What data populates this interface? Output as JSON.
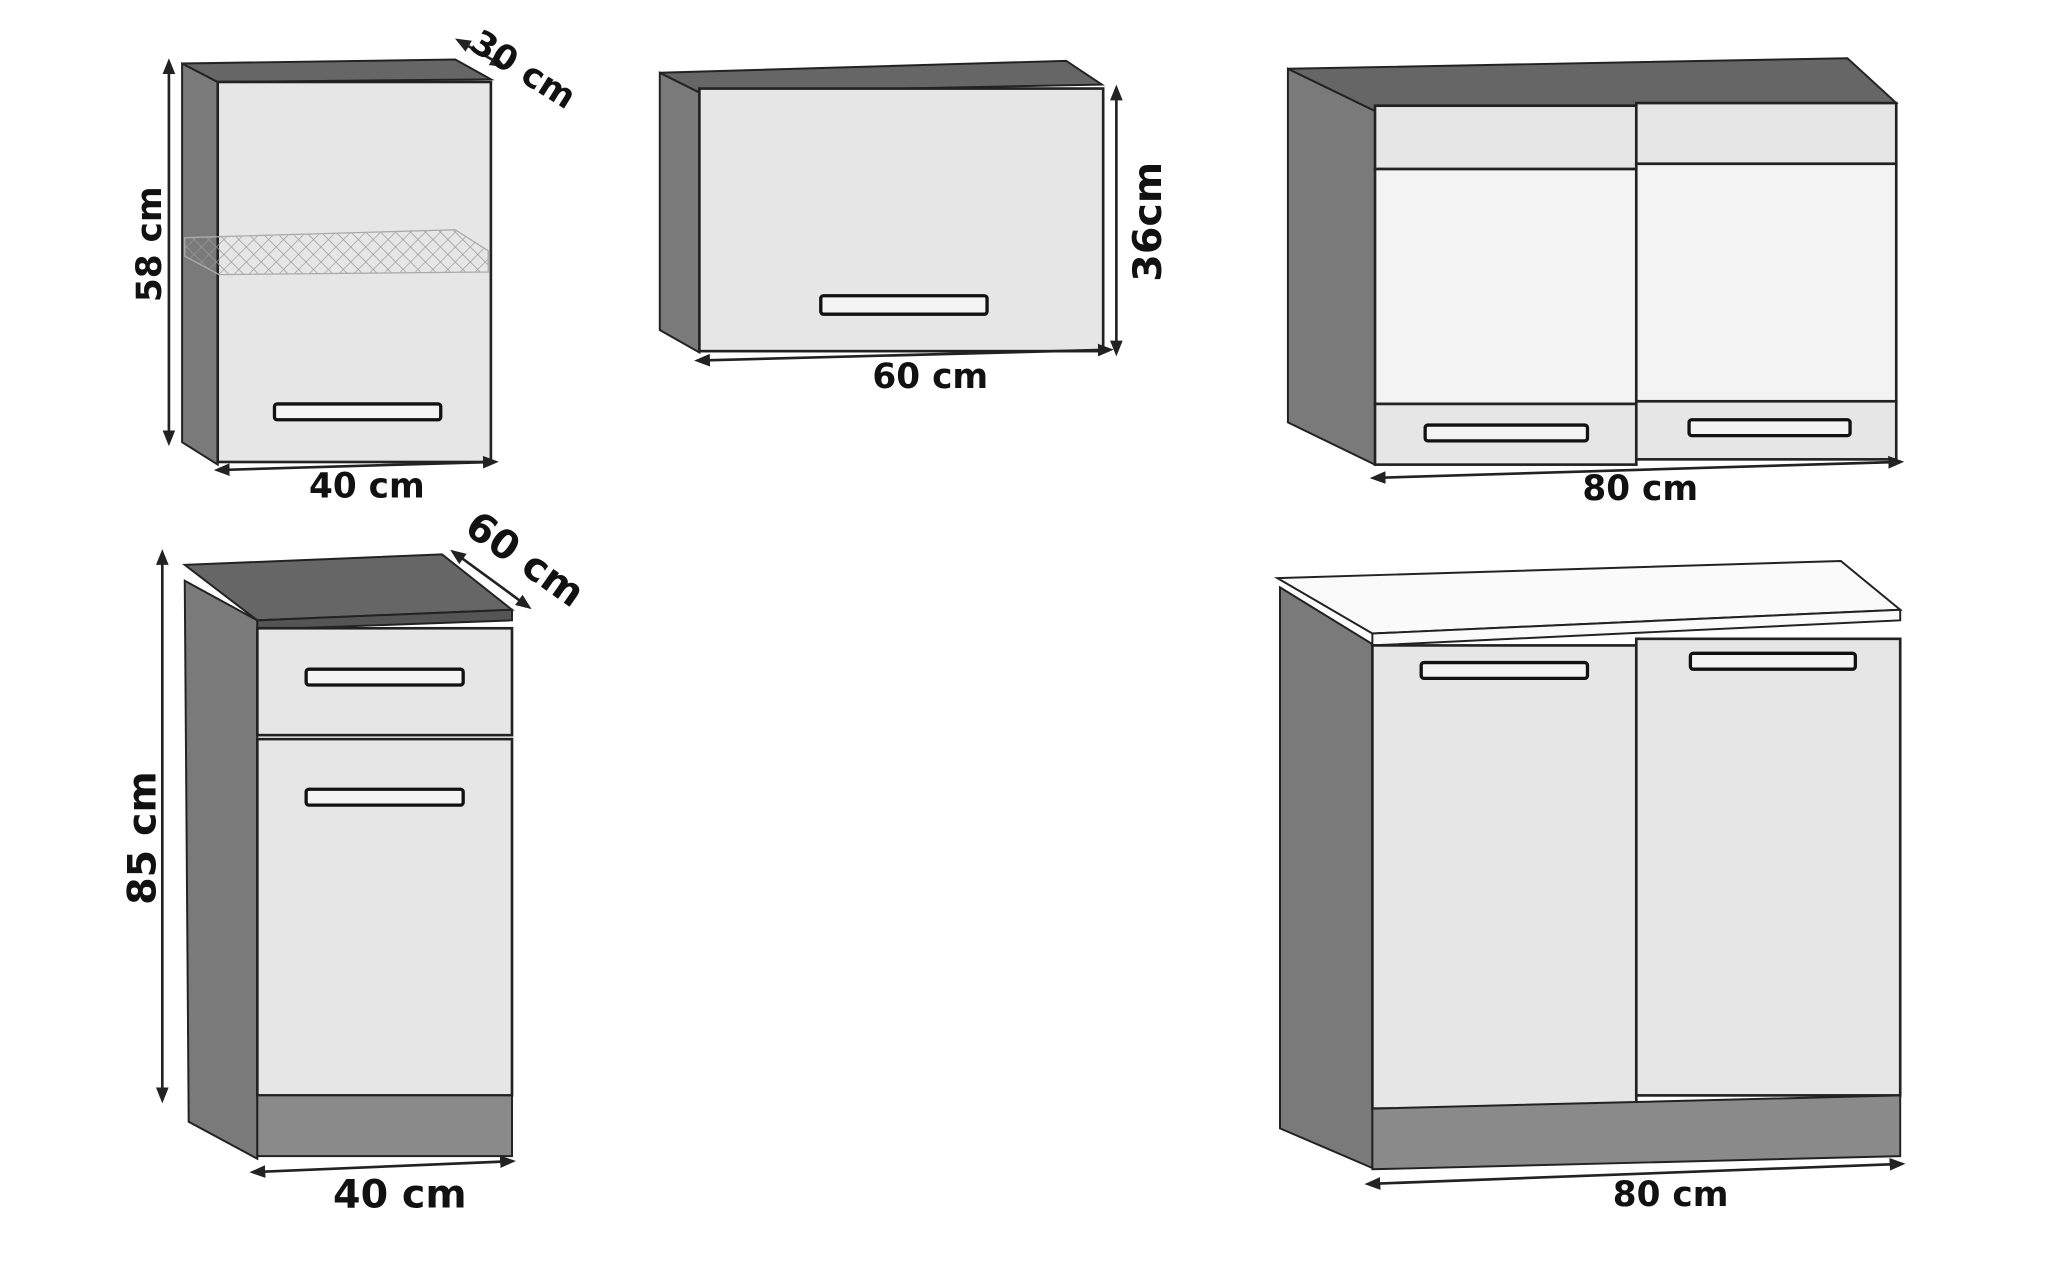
{
  "colors": {
    "side": "#7a7a7a",
    "top": "#666666",
    "front": "#e6e6e6",
    "plinth": "#8a8a8a",
    "worktop": "#fafafa"
  },
  "cabinets": [
    {
      "name": "wall-cabinet-40",
      "labels": {
        "height": "58 cm",
        "width": "40 cm",
        "depth": "30 cm"
      }
    },
    {
      "name": "wall-cabinet-60",
      "labels": {
        "height": "36cm",
        "width": "60 cm"
      }
    },
    {
      "name": "wall-cabinet-80",
      "labels": {
        "width": "80 cm"
      }
    },
    {
      "name": "base-cabinet-40",
      "labels": {
        "height": "85 cm",
        "width": "40 cm",
        "depth": "60 cm"
      }
    },
    {
      "name": "base-cabinet-80",
      "labels": {
        "width": "80 cm"
      }
    }
  ]
}
